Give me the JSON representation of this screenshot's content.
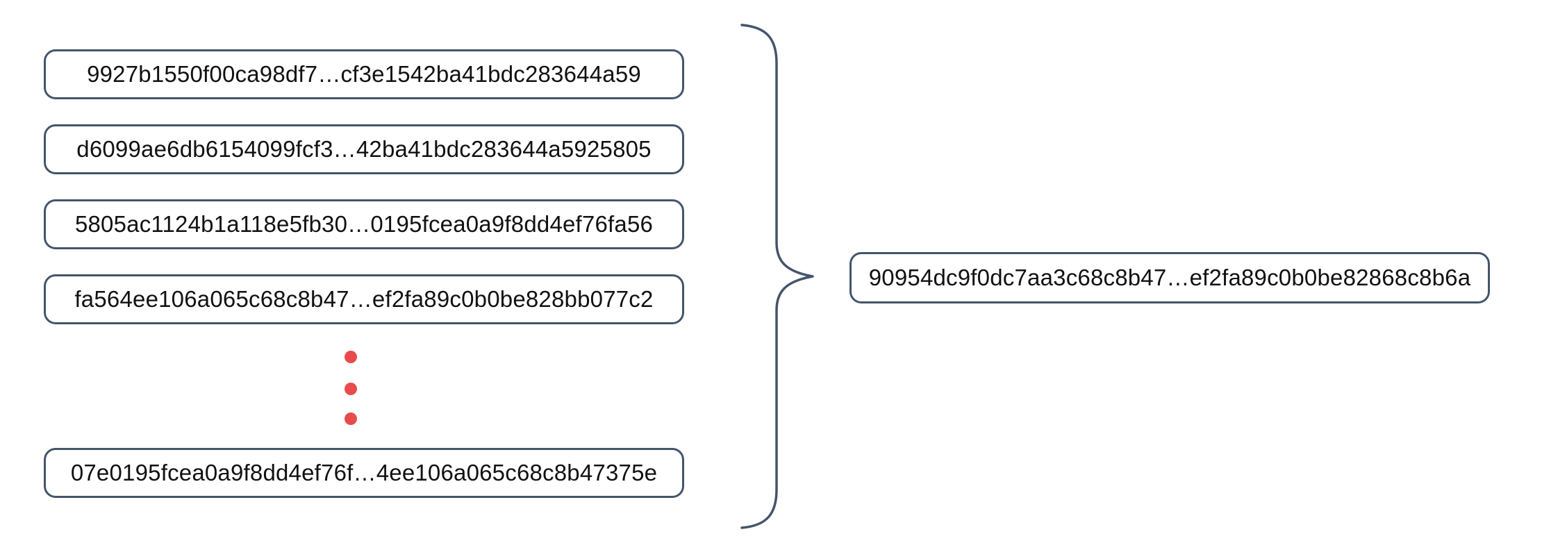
{
  "colors": {
    "stroke": "#44546A",
    "dots": "#E84B4B",
    "text": "#111111",
    "background": "#FFFFFF"
  },
  "left_column": {
    "hash_blocks": [
      {
        "label": "9927b1550f00ca98df7…cf3e1542ba41bdc283644a59"
      },
      {
        "label": "d6099ae6db6154099fcf3…42ba41bdc283644a5925805"
      },
      {
        "label": "5805ac1124b1a118e5fb30…0195fcea0a9f8dd4ef76fa56"
      },
      {
        "label": "fa564ee106a065c68c8b47…ef2fa89c0b0be828bb077c2"
      },
      {
        "label": "07e0195fcea0a9f8dd4ef76f…4ee106a065c68c8b47375e"
      }
    ]
  },
  "right_column": {
    "result_hash": {
      "label": "90954dc9f0dc7aa3c68c8b47…ef2fa89c0b0be82868c8b6a"
    }
  }
}
